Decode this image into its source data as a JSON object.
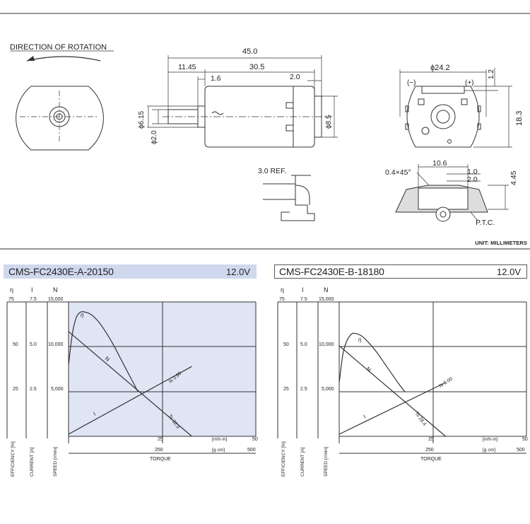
{
  "drawing": {
    "direction_title": "DIRECTION OF ROTATION",
    "dims": {
      "overall_length": "45.0",
      "shaft_length": "11.45",
      "body_length": "30.5",
      "boss_thickness": "1.6",
      "terminal_offset": "2.0",
      "boss_dia": "ϕ6.15",
      "shaft_dia": "ϕ2.0",
      "rear_boss_dia": "ϕ8.5",
      "body_dia": "ϕ24.2",
      "minus": "(−)",
      "plus": "(+)",
      "flat_height": "18.3",
      "top_gap": "1.2",
      "ref": "3.0 REF.",
      "chamfer": "0.4×45°",
      "width_10_6": "10.6",
      "d_1_0": "1.0",
      "d_2_0": "2.0",
      "h_4_45": "4.45",
      "ptc": "P.T.C."
    },
    "unit_label": "UNIT: MILLIMETERS"
  },
  "charts": [
    {
      "model": "CMS-FC2430E-A-20150",
      "voltage": "12.0V",
      "shaded": true,
      "axes": {
        "eff_symbol": "η",
        "cur_symbol": "I",
        "spd_symbol": "N",
        "eff_ticks": [
          "75",
          "50",
          "25"
        ],
        "cur_ticks": [
          "7.5",
          "5.0",
          "2.5"
        ],
        "spd_ticks": [
          "15,000",
          "10,000",
          "5,000"
        ],
        "torque_mnm_ticks": [
          "25",
          "50"
        ],
        "torque_mnm_unit": "[mN·m]",
        "torque_gcm_ticks": [
          "250",
          "500"
        ],
        "torque_gcm_unit": "[g·cm]",
        "torque_label": "TORQUE",
        "eff_label": "EFFICIENCY [%]",
        "cur_label": "CURRENT [A]",
        "spd_label": "SPEED [r/min]"
      },
      "annotations": {
        "eta": "η",
        "n": "N",
        "i": "I",
        "is": "Is 3.90",
        "ts": "Ts 32.9"
      }
    },
    {
      "model": "CMS-FC2430E-B-18180",
      "voltage": "12.0V",
      "shaded": false,
      "axes": {
        "eff_symbol": "η",
        "cur_symbol": "I",
        "spd_symbol": "N",
        "eff_ticks": [
          "75",
          "50",
          "25"
        ],
        "cur_ticks": [
          "7.5",
          "5.0",
          "2.5"
        ],
        "spd_ticks": [
          "15,000",
          "10,000",
          "5,000"
        ],
        "torque_mnm_ticks": [
          "25",
          "50"
        ],
        "torque_mnm_unit": "[mN·m]",
        "torque_gcm_ticks": [
          "250",
          "500"
        ],
        "torque_gcm_unit": "[g·cm]",
        "torque_label": "TORQUE",
        "eff_label": "EFFICIENCY [%]",
        "cur_label": "CURRENT [A]",
        "spd_label": "SPEED [r/min]"
      },
      "annotations": {
        "eta": "η",
        "n": "N",
        "i": "I",
        "is": "Is 3.00",
        "ts": "Ts 28.4"
      }
    }
  ],
  "chart_data": [
    {
      "type": "line",
      "title": "CMS-FC2430E-A-20150",
      "xlabel": "TORQUE",
      "x_unit": "mN·m",
      "xlim": [
        0,
        50
      ],
      "series": [
        {
          "name": "N",
          "x": [
            0,
            32.9
          ],
          "y": [
            11700,
            0
          ],
          "axis": "speed [r/min]",
          "ylim": [
            0,
            15000
          ]
        },
        {
          "name": "I",
          "x": [
            0,
            32.9
          ],
          "y": [
            0.12,
            3.9
          ],
          "axis": "current [A]",
          "ylim": [
            0,
            7.5
          ]
        },
        {
          "name": "η",
          "x": [
            0,
            1,
            2,
            3,
            4,
            6,
            8,
            10,
            12,
            14,
            16,
            18.5
          ],
          "y": [
            40,
            57,
            66,
            69,
            69.5,
            68,
            64,
            58,
            51,
            43,
            35,
            25
          ],
          "axis": "efficiency [%]",
          "ylim": [
            0,
            75
          ]
        }
      ],
      "annotations": [
        "Is 3.90",
        "Ts 32.9"
      ]
    },
    {
      "type": "line",
      "title": "CMS-FC2430E-B-18180",
      "xlabel": "TORQUE",
      "x_unit": "mN·m",
      "xlim": [
        0,
        50
      ],
      "series": [
        {
          "name": "N",
          "x": [
            0,
            28.4
          ],
          "y": [
            10100,
            0
          ],
          "axis": "speed [r/min]",
          "ylim": [
            0,
            15000
          ]
        },
        {
          "name": "I",
          "x": [
            0,
            28.4
          ],
          "y": [
            0.12,
            3.0
          ],
          "axis": "current [A]",
          "ylim": [
            0,
            7.5
          ]
        },
        {
          "name": "η",
          "x": [
            0,
            1,
            2,
            3,
            4,
            6,
            8,
            10,
            12,
            14,
            16,
            17.5
          ],
          "y": [
            30,
            46,
            53,
            56.5,
            57.5,
            56,
            52,
            47,
            41,
            35,
            29,
            25
          ],
          "axis": "efficiency [%]",
          "ylim": [
            0,
            75
          ]
        }
      ],
      "annotations": [
        "Is 3.00",
        "Ts 28.4"
      ]
    }
  ]
}
